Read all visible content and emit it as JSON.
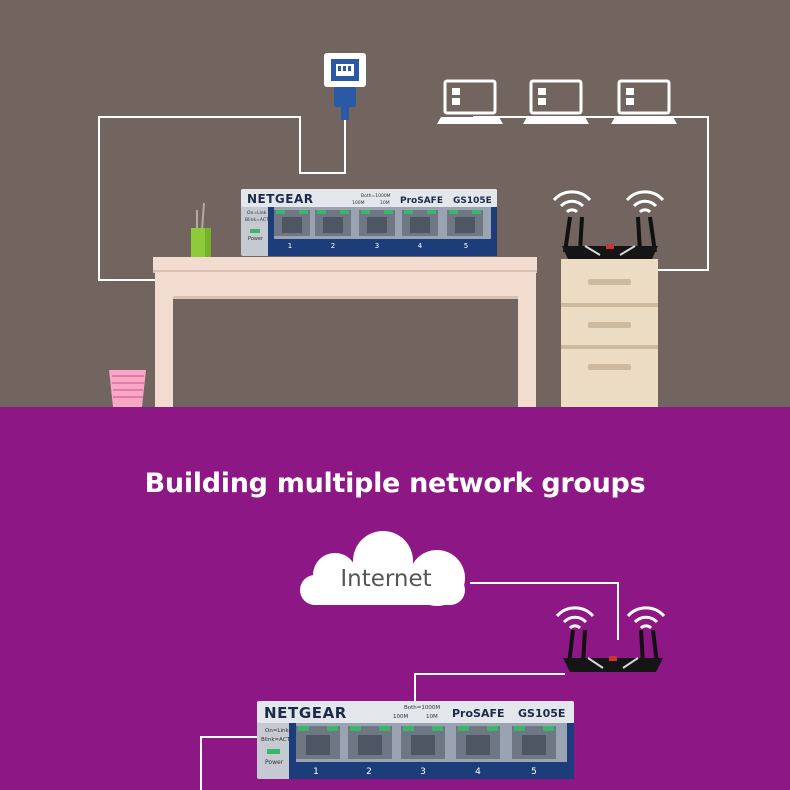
{
  "heading": "Building multiple network groups",
  "cloud_label": "Internet",
  "switch": {
    "brand": "NETGEAR",
    "series": "ProSAFE",
    "model": "GS105E",
    "speed_line1": "Both=1000M",
    "speed_100": "100M",
    "speed_10": "10M",
    "led_link": "On=Link",
    "led_act": "Blink=ACT",
    "power_label": "Power",
    "ports": [
      "1",
      "2",
      "3",
      "4",
      "5"
    ]
  },
  "colors": {
    "wall": "#72655f",
    "banner": "#8d1784",
    "desk": "#f1dccf",
    "cabinet": "#ecdcc3",
    "switch_blue": "#1d3d7a",
    "led_green": "#3bb56a",
    "cable": "#ffffff"
  }
}
